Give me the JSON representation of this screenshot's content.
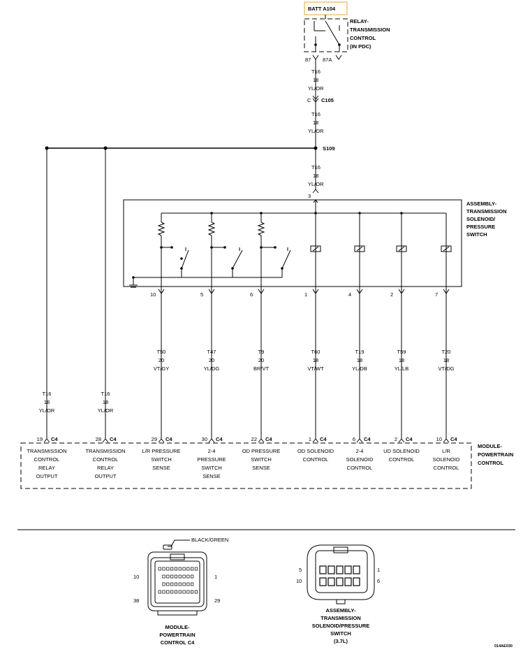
{
  "battery": {
    "label": "BATT A104"
  },
  "relay": {
    "lines": [
      "RELAY-",
      "TRANSMISSION",
      "CONTROL",
      "(IN PDC)"
    ],
    "pin_a": "87",
    "pin_b": "87A"
  },
  "wire_top": {
    "circuit": "T16",
    "gauge": "18",
    "color": "YL/OR"
  },
  "connector_c105": {
    "pin": "C",
    "name": "C105"
  },
  "splice": {
    "name": "S109"
  },
  "assembly_pin_top": "3",
  "assembly": {
    "lines": [
      "ASSEMBLY-",
      "TRANSMISSION",
      "SOLENOID/",
      "PRESSURE",
      "SWITCH"
    ]
  },
  "branches": [
    {
      "circuit": "T16",
      "gauge": "18",
      "color": "YL/OR",
      "module_pin": "19",
      "conn": "C4",
      "label": [
        "TRANSMISSION",
        "CONTROL",
        "RELAY",
        "OUTPUT"
      ]
    },
    {
      "circuit": "T16",
      "gauge": "18",
      "color": "YL/OR",
      "module_pin": "28",
      "conn": "C4",
      "label": [
        "TRANSMISSION",
        "CONTROL",
        "RELAY",
        "OUTPUT"
      ]
    },
    {
      "asm_pin": "10",
      "circuit": "T50",
      "gauge": "20",
      "color": "VT/GY",
      "module_pin": "29",
      "conn": "C4",
      "label": [
        "L/R PRESSURE",
        "SWITCH",
        "SENSE"
      ]
    },
    {
      "asm_pin": "5",
      "circuit": "T47",
      "gauge": "20",
      "color": "YL/DG",
      "module_pin": "30",
      "conn": "C4",
      "label": [
        "2-4",
        "PRESSURE",
        "SWITCH",
        "SENSE"
      ]
    },
    {
      "asm_pin": "6",
      "circuit": "T9",
      "gauge": "20",
      "color": "BR/VT",
      "module_pin": "22",
      "conn": "C4",
      "label": [
        "OD PRESSURE",
        "SWITCH",
        "SENSE"
      ]
    },
    {
      "asm_pin": "1",
      "circuit": "T60",
      "gauge": "18",
      "color": "VT/WT",
      "module_pin": "1",
      "conn": "C4",
      "label": [
        "OD SOLENOID",
        "CONTROL"
      ]
    },
    {
      "asm_pin": "4",
      "circuit": "T19",
      "gauge": "18",
      "color": "YL/DB",
      "module_pin": "6",
      "conn": "C4",
      "label": [
        "2-4",
        "SOLENOID",
        "CONTROL"
      ]
    },
    {
      "asm_pin": "2",
      "circuit": "T59",
      "gauge": "18",
      "color": "YL/LB",
      "module_pin": "2",
      "conn": "C4",
      "label": [
        "UD SOLENOID",
        "CONTROL"
      ]
    },
    {
      "asm_pin": "7",
      "circuit": "T20",
      "gauge": "18",
      "color": "VT/DG",
      "module_pin": "10",
      "conn": "C4",
      "label": [
        "L/R",
        "SOLENOID",
        "CONTROL"
      ]
    }
  ],
  "module": {
    "lines": [
      "MODULE-",
      "POWERTRAIN",
      "CONTROL"
    ]
  },
  "connector_views": {
    "c4": {
      "wire_color": "BLACK/GREEN",
      "pin_tl": "10",
      "pin_tr": "1",
      "pin_bl": "38",
      "pin_br": "29",
      "caption": [
        "MODULE-",
        "POWERTRAIN",
        "CONTROL C4"
      ]
    },
    "asm": {
      "pin_tl": "5",
      "pin_tr": "1",
      "pin_bl": "10",
      "pin_br": "6",
      "caption": [
        "ASSEMBLY-",
        "TRANSMISSION",
        "SOLENOID/PRESSURE",
        "SWITCH",
        "(3.7L)"
      ]
    }
  },
  "figure_code": "014AE030"
}
